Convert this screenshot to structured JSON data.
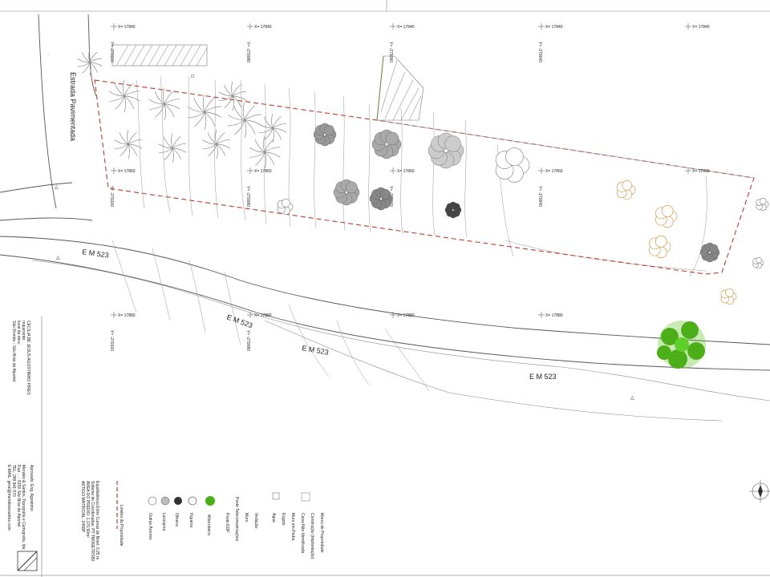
{
  "roads": {
    "paved_label": "Estrada Pavimentada",
    "em_labels": [
      "E M 523",
      "E M 523",
      "E M 523",
      "E M 523"
    ]
  },
  "coordinates": {
    "x_labels": [
      "X= 17840",
      "X= 17840",
      "X= 17840",
      "X= 17840",
      "X= 17840",
      "X= 17860",
      "X= 17860",
      "X= 17860",
      "X= 17860",
      "X= 17860",
      "X= 17880",
      "X= 17880",
      "X= 17880",
      "X= 17880"
    ],
    "y_labels": [
      "Y= -279100",
      "Y= -279080",
      "Y= -279060",
      "Y= -279040",
      "Y= -279100",
      "Y= -279080",
      "Y= -279060",
      "Y= -279040",
      "Y= -279100",
      "Y= -279080"
    ]
  },
  "legend": {
    "boundary": "Limites da Propriedade",
    "other_trees": "Outras Árvores",
    "orange_tree": "Laranjeira",
    "olive_tree": "Oliveira",
    "fig_tree": "Figueira",
    "almond_tree": "Alfarrobeira",
    "edp_pole": "Poste EDP",
    "telecom_pole": "Poste Telecomunicações",
    "wall": "Muro",
    "vegetation": "Vedação",
    "water": "Água",
    "sewer": "Esgoto",
    "stone_wall": "Muro em Pedra",
    "unidentified_box": "Caixa Não Identificada",
    "construction": "Construção (Implantação)",
    "property_mark": "Marco de Propriedade",
    "map_notes": [
      "Equidistância Entre Curvas de Nível: 0,25 m",
      "Sistema de Coordenadas: PT-TM06/ETRS89",
      "ÁREA DO PRÉDIO: 1.170,50m²",
      "ARTIGO MATRICIAL: 2458P"
    ]
  },
  "title_block": {
    "requerente_label": "requerente:",
    "requerente": "CECÍLIA DE JESUS AGOSTINHO PIRES",
    "local_label": "local da obra:",
    "local": "São Romão - São Brás de Alportel",
    "company": "Mendes & Santos, Topografia e Cartografia, lda",
    "company_address": "Rua ... - 8150 São Brás de Alportel",
    "phone": "TEL: 289 841 570",
    "email": "E-MAIL: geral@mendesesantos.com",
    "signature_label": "Aprovado: Eng. Agostinho"
  },
  "colors": {
    "boundary": "#c0392b",
    "highlight_tree": "#4caf1a",
    "property_hatch": "#777777"
  }
}
